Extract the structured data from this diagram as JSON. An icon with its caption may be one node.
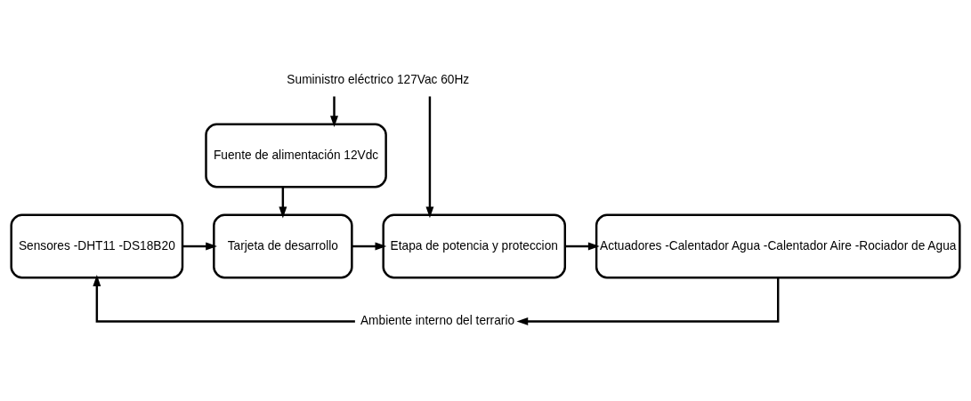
{
  "diagram": {
    "nodes": [
      {
        "text": [
          "Suministro eléctrico 127Vac 60Hz"
        ]
      },
      {
        "text": [
          "Fuente de alimentación 12Vdc"
        ]
      },
      {
        "text": [
          "Sensores -DHT11 -DS18B20"
        ]
      },
      {
        "text": [
          "Tarjeta de desarrollo"
        ]
      },
      {
        "text": [
          "Etapa de potencia y proteccion"
        ]
      },
      {
        "text": [
          "Actuadores -Calentador Agua -Calentador Aire -Rociador de Agua"
        ]
      },
      {
        "text": [
          "Ambiente interno del terrario"
        ]
      }
    ],
    "edges": [
      {
        "from": 0,
        "to": 1,
        "arrow": "to"
      },
      {
        "from": 0,
        "to": 4,
        "arrow": "to"
      },
      {
        "from": 1,
        "to": 3,
        "arrow": "to"
      },
      {
        "from": 2,
        "to": 3,
        "arrow": "to"
      },
      {
        "from": 3,
        "to": 4,
        "arrow": "to"
      },
      {
        "from": 4,
        "to": 5,
        "arrow": "to"
      },
      {
        "from": 5,
        "to": 6,
        "arrow": "to"
      },
      {
        "from": 6,
        "to": 2,
        "arrow": "to"
      }
    ]
  }
}
